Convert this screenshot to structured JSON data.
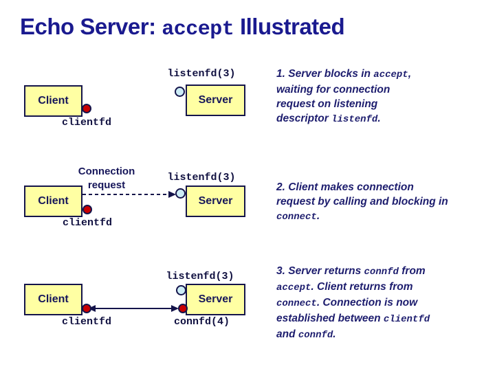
{
  "slide": {
    "title_segments": [
      {
        "t": "Echo Server: ",
        "c": false
      },
      {
        "t": "accept",
        "c": true
      },
      {
        "t": " Illustrated",
        "c": false
      }
    ]
  },
  "colors": {
    "title_navy": "#1a1a8f",
    "note_navy": "#1d1d6e",
    "box_fill": "#ffffa3",
    "box_border": "#14144a",
    "client_dot_red": "#c80000",
    "listen_port_blue": "#cdedf6"
  },
  "stages": [
    {
      "client_label": "Client",
      "server_label": "Server",
      "clientfd_label": "clientfd",
      "listenfd_label": "listenfd(3)",
      "note_lines": [
        [
          {
            "t": "1. Server blocks in ",
            "c": false
          },
          {
            "t": "accept",
            "c": true
          },
          {
            "t": ",",
            "c": false
          }
        ],
        [
          {
            "t": "waiting for connection",
            "c": false
          }
        ],
        [
          {
            "t": "request on listening",
            "c": false
          }
        ],
        [
          {
            "t": "descriptor ",
            "c": false
          },
          {
            "t": "listenfd",
            "c": true
          },
          {
            "t": ".",
            "c": false
          }
        ]
      ]
    },
    {
      "client_label": "Client",
      "server_label": "Server",
      "clientfd_label": "clientfd",
      "listenfd_label": "listenfd(3)",
      "connection_request": "Connection\nrequest",
      "note_lines": [
        [
          {
            "t": "2. Client makes connection",
            "c": false
          }
        ],
        [
          {
            "t": "request by calling and blocking in",
            "c": false
          }
        ],
        [
          {
            "t": "connect",
            "c": true
          },
          {
            "t": ".",
            "c": false
          }
        ]
      ]
    },
    {
      "client_label": "Client",
      "server_label": "Server",
      "clientfd_label": "clientfd",
      "listenfd_label": "listenfd(3)",
      "connfd_label": "connfd(4)",
      "note_lines": [
        [
          {
            "t": "3. Server returns ",
            "c": false
          },
          {
            "t": "connfd",
            "c": true
          },
          {
            "t": " from",
            "c": false
          }
        ],
        [
          {
            "t": "accept",
            "c": true
          },
          {
            "t": ". Client returns from",
            "c": false
          }
        ],
        [
          {
            "t": "connect",
            "c": true
          },
          {
            "t": ". Connection is now",
            "c": false
          }
        ],
        [
          {
            "t": "established between ",
            "c": false
          },
          {
            "t": "clientfd",
            "c": true
          }
        ],
        [
          {
            "t": "and ",
            "c": false
          },
          {
            "t": "connfd",
            "c": true
          },
          {
            "t": ".",
            "c": false
          }
        ]
      ]
    }
  ]
}
